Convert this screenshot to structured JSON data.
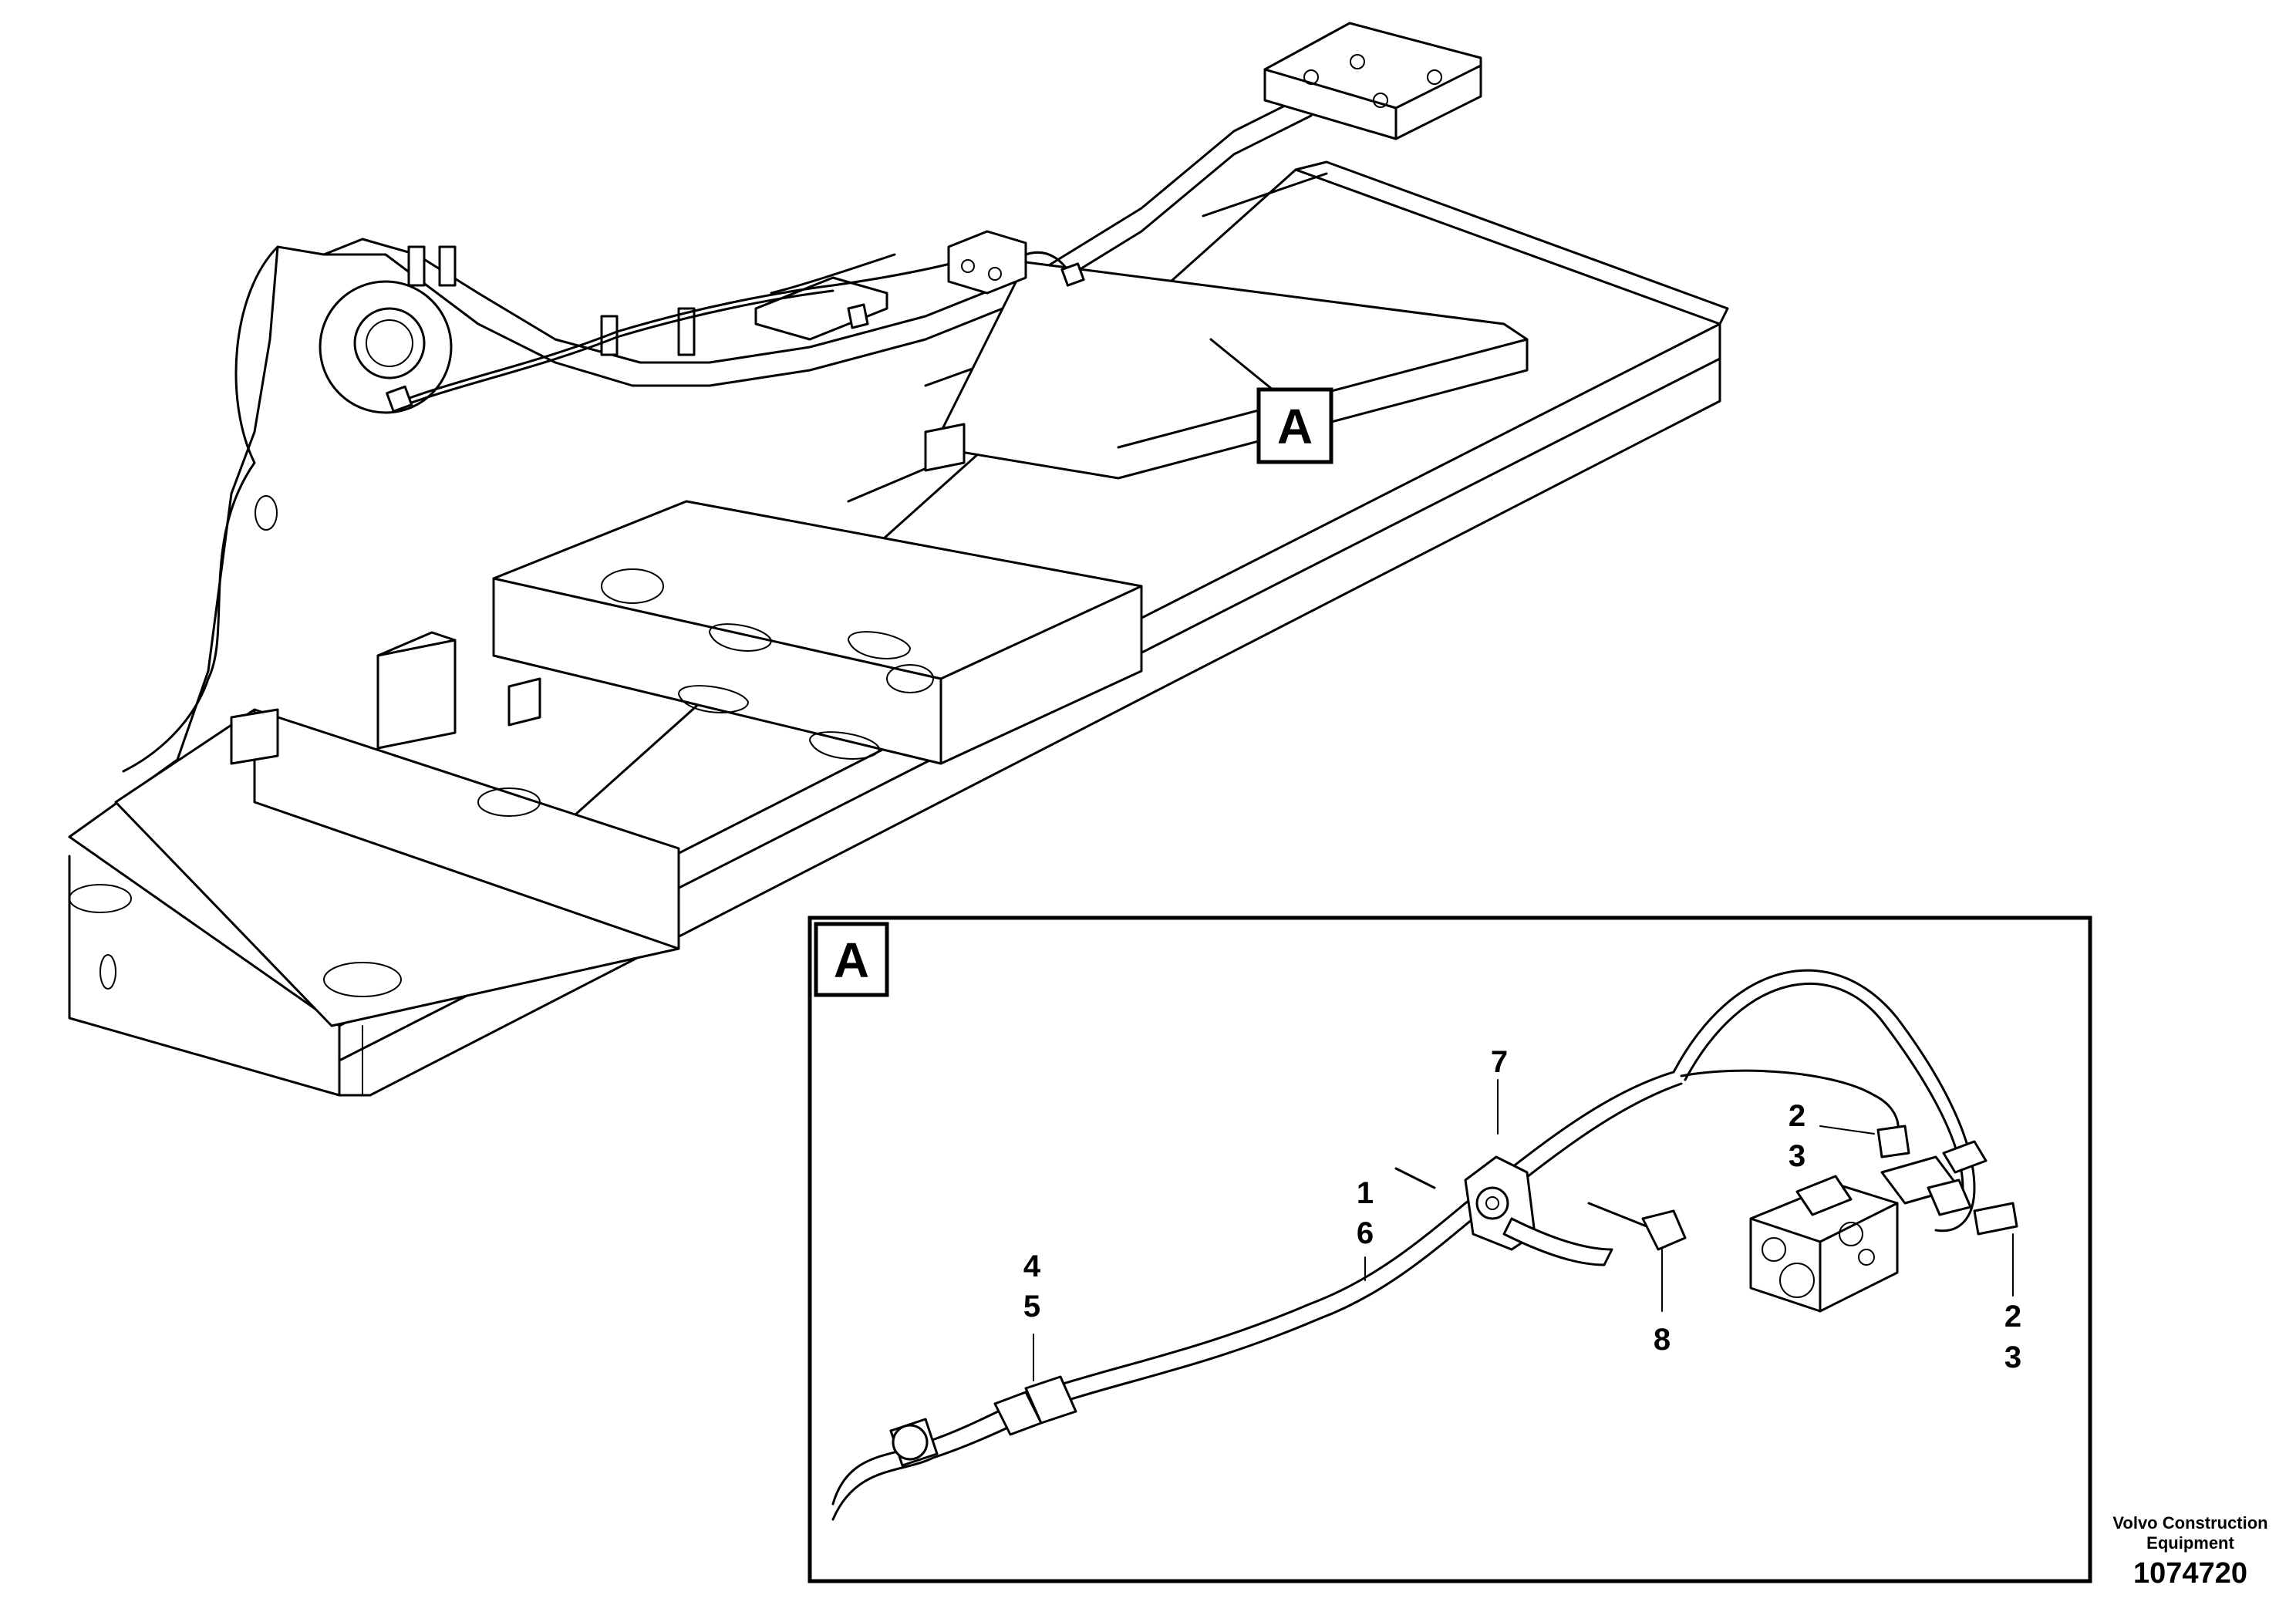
{
  "view_marker": "A",
  "detail_box_label": "A",
  "callouts": {
    "c1": "1",
    "c6": "6",
    "c7": "7",
    "c2a": "2",
    "c3a": "3",
    "c2b": "2",
    "c3b": "3",
    "c4": "4",
    "c5": "5",
    "c8": "8"
  },
  "footer": {
    "company_line1": "Volvo Construction",
    "company_line2": "Equipment",
    "document_number": "1074720"
  }
}
